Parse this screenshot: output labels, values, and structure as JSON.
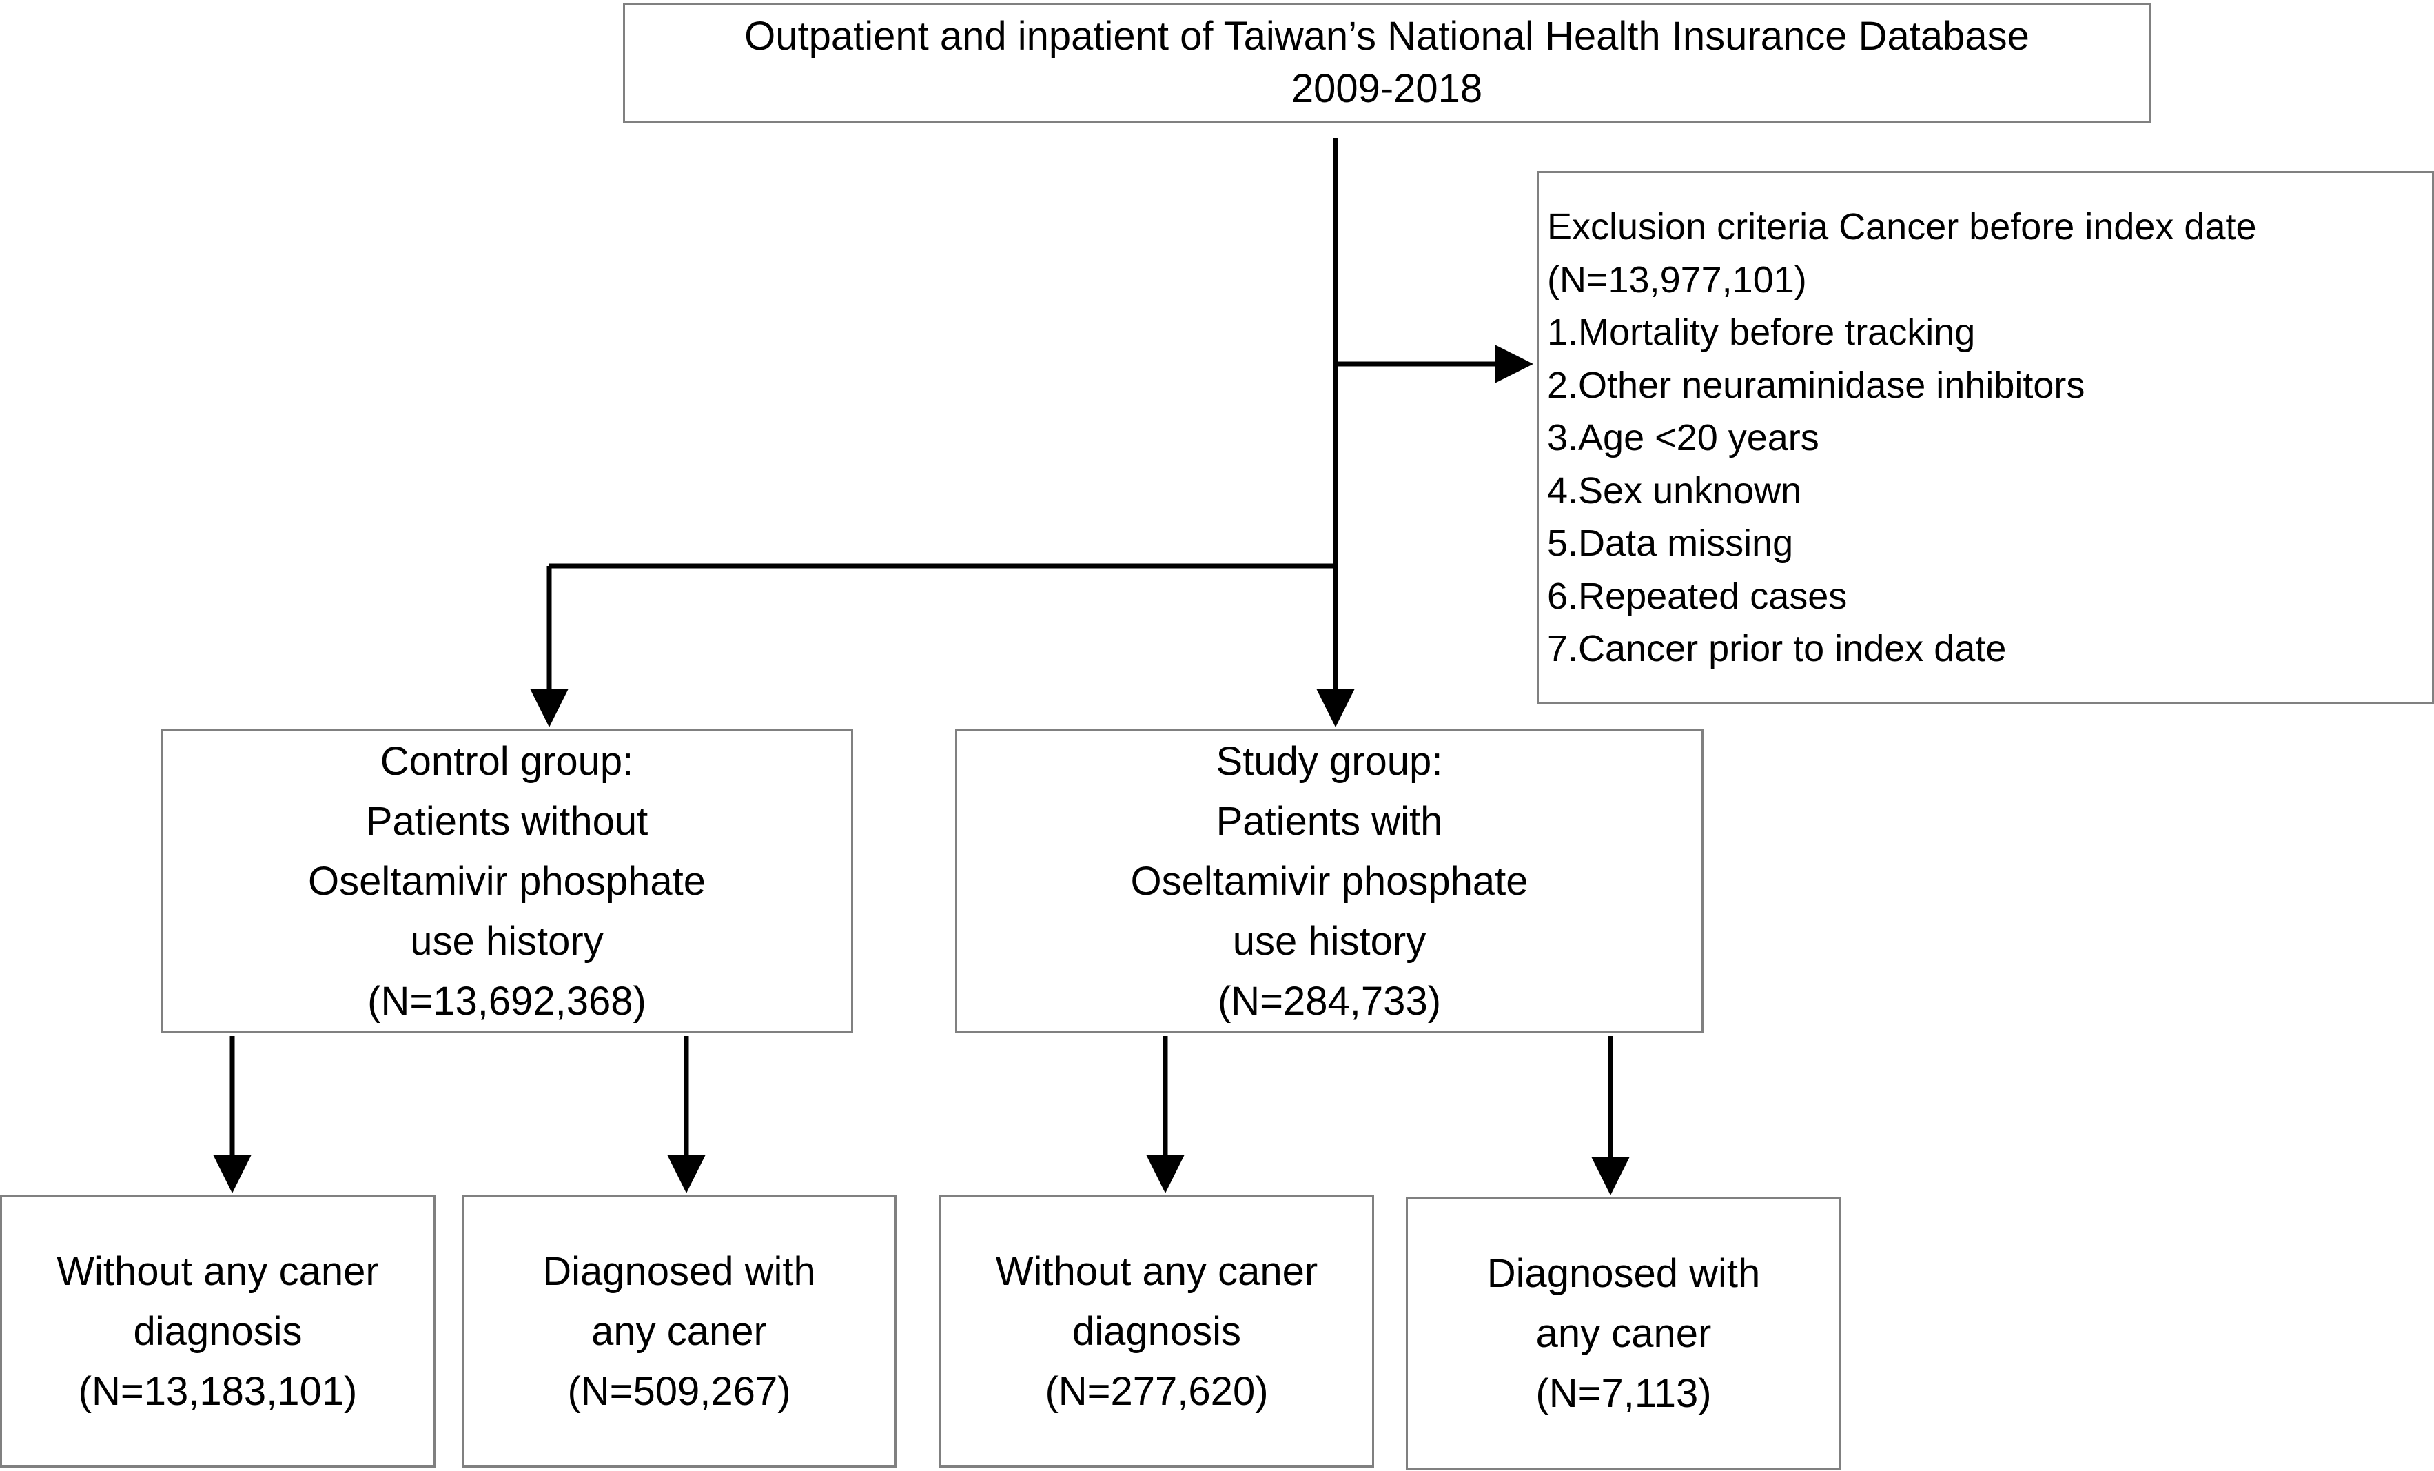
{
  "source": {
    "lines": [
      "Outpatient and inpatient of Taiwan’s National Health Insurance Database",
      "2009-2018"
    ]
  },
  "exclusion": {
    "lines": [
      "Exclusion criteria Cancer before index date",
      "(N=13,977,101)",
      "1.Mortality before tracking",
      "2.Other neuraminidase inhibitors",
      "3.Age <20 years",
      "4.Sex unknown",
      "5.Data missing",
      "6.Repeated cases",
      "7.Cancer prior to index date"
    ]
  },
  "control_group": {
    "lines": [
      "Control group:",
      "Patients without",
      "Oseltamivir phosphate",
      "use history",
      "(N=13,692,368)"
    ]
  },
  "study_group": {
    "lines": [
      "Study group:",
      "Patients with",
      "Oseltamivir phosphate",
      "use history",
      "(N=284,733)"
    ]
  },
  "control_no_cancer": {
    "lines": [
      "Without any caner",
      "diagnosis",
      "(N=13,183,101)"
    ]
  },
  "control_cancer": {
    "lines": [
      "Diagnosed with",
      "any caner",
      "(N=509,267)"
    ]
  },
  "study_no_cancer": {
    "lines": [
      "Without any caner",
      "diagnosis",
      "(N=277,620)"
    ]
  },
  "study_cancer": {
    "lines": [
      "Diagnosed with",
      "any caner",
      "(N=7,113)"
    ]
  },
  "colors": {
    "box_border": "#808080",
    "connector": "#000000",
    "text": "#000000"
  }
}
